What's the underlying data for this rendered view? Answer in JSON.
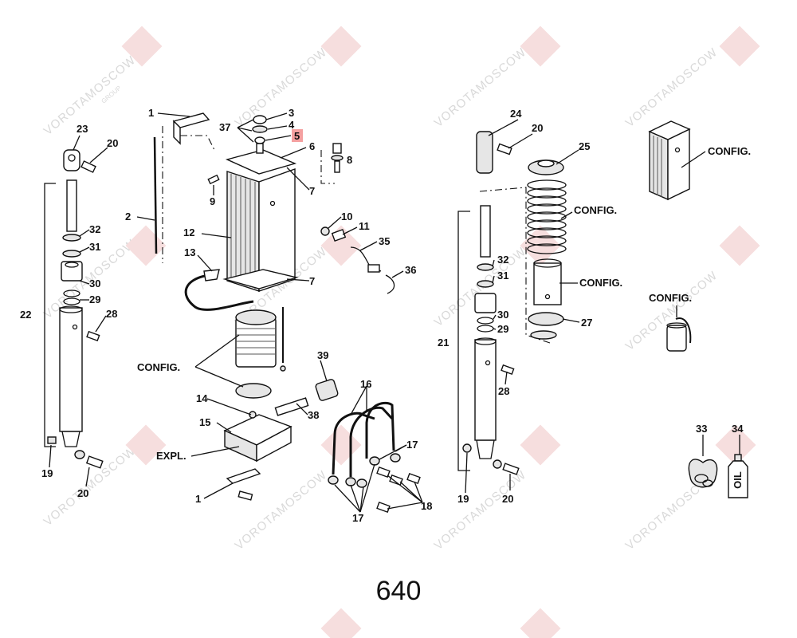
{
  "diagram": {
    "page_number": "640",
    "highlight_color": "#f4a0a0",
    "watermark": {
      "text": "VOROTAMOSCOW",
      "subtext": "GROUP"
    },
    "callouts": {
      "c1a": "1",
      "c1b": "1",
      "c2": "2",
      "c3": "3",
      "c4": "4",
      "c5": "5",
      "c6": "6",
      "c7a": "7",
      "c7b": "7",
      "c8": "8",
      "c9": "9",
      "c10": "10",
      "c11": "11",
      "c12": "12",
      "c13": "13",
      "c14": "14",
      "c15": "15",
      "c16": "16",
      "c17a": "17",
      "c17b": "17",
      "c18": "18",
      "c19a": "19",
      "c19b": "19",
      "c20a": "20",
      "c20b": "20",
      "c20c": "20",
      "c20d": "20",
      "c21": "21",
      "c22": "22",
      "c23": "23",
      "c24": "24",
      "c25": "25",
      "c27": "27",
      "c28a": "28",
      "c28b": "28",
      "c29a": "29",
      "c29b": "29",
      "c30a": "30",
      "c30b": "30",
      "c31a": "31",
      "c31b": "31",
      "c32a": "32",
      "c32b": "32",
      "c33": "33",
      "c34": "34",
      "c35": "35",
      "c36": "36",
      "c37": "37",
      "c38": "38",
      "c39": "39",
      "config1": "CONFIG.",
      "config2": "CONFIG.",
      "config3": "CONFIG.",
      "config4": "CONFIG.",
      "config5": "CONFIG.",
      "expl": "EXPL.",
      "oil": "OIL"
    }
  }
}
